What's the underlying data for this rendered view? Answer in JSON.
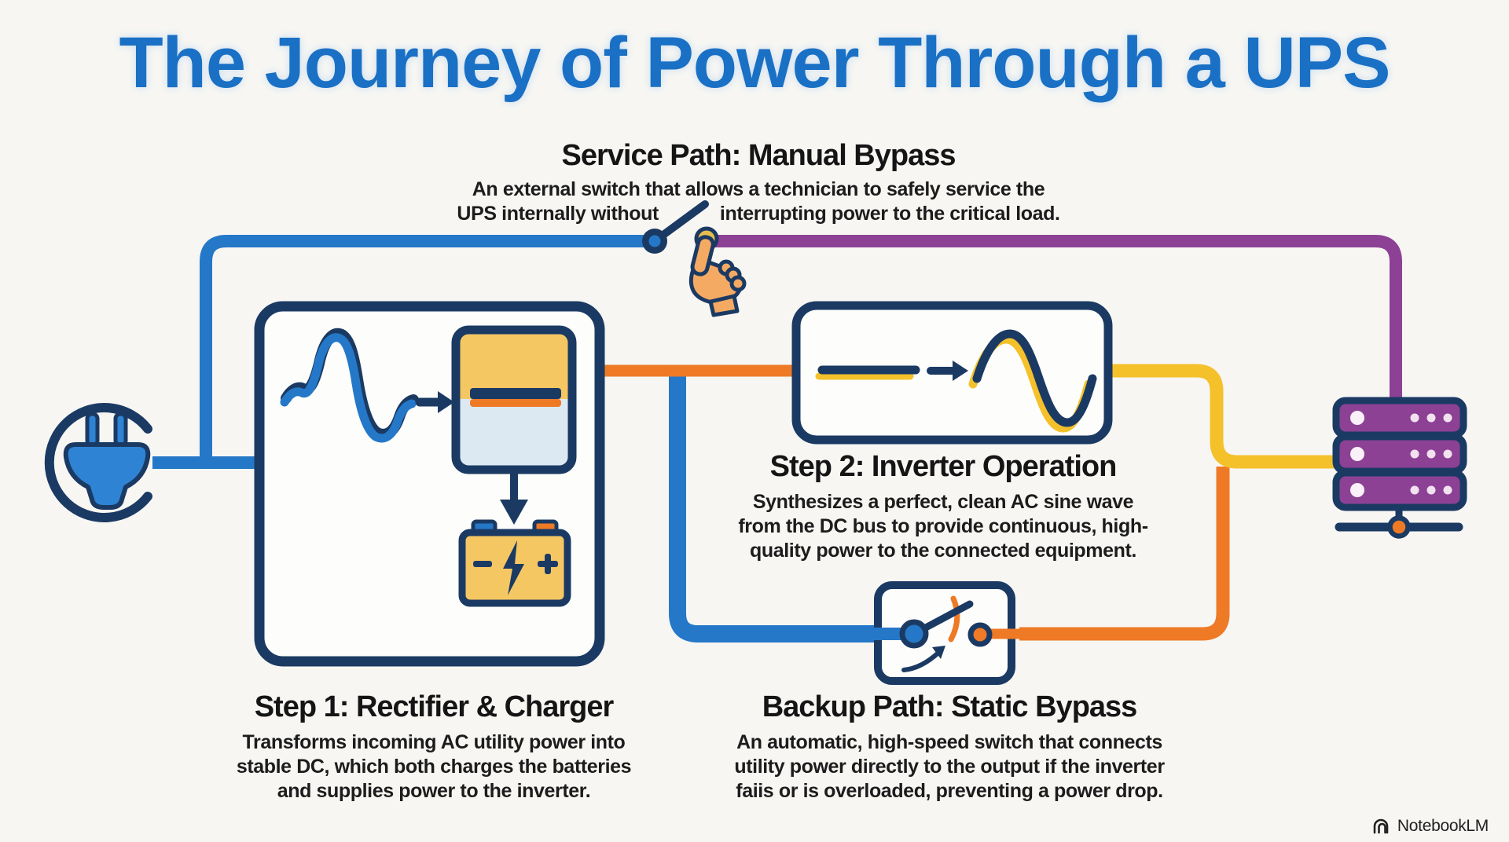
{
  "title": {
    "text": "The Journey of Power Through a UPS"
  },
  "service_path": {
    "heading": "Service Path: Manual Bypass",
    "line1": "An external switch that allows a technician to safely service the",
    "line2_left": "UPS internally without",
    "line2_right": "interrupting power to the critical load."
  },
  "step1": {
    "heading": "Step 1: Rectifier & Charger",
    "lines": [
      "Transforms incoming AC utility power into",
      "stable DC, which both charges the batteries",
      "and supplies power to the inverter."
    ]
  },
  "step2": {
    "heading": "Step 2: Inverter Operation",
    "lines": [
      "Synthesizes a perfect, clean AC sine wave",
      "from the DC bus to provide continuous, high-",
      "quality power to the connected equipment."
    ]
  },
  "backup_path": {
    "heading": "Backup Path: Static Bypass",
    "lines": [
      "An automatic, high-speed switch that connects",
      "utility power directly to the output if the inverter",
      "faiis or is overloaded, preventing a power drop."
    ]
  },
  "watermark": {
    "brand": "NotebookLM"
  },
  "icons": [
    "power-plug-icon",
    "ac-sine-wave-icon",
    "rectifier-charger-icon",
    "battery-icon",
    "dc-line-icon",
    "inverter-sine-wave-icon",
    "manual-bypass-switch-icon",
    "hand-pointer-icon",
    "static-bypass-switch-icon",
    "server-rack-icon",
    "notebooklm-logo-icon"
  ],
  "colors": {
    "background": "#f7f6f3",
    "title_blue": "#1a70c4",
    "navy_outline": "#1b3a63",
    "wire_blue": "#2578c8",
    "wire_orange": "#ee7a26",
    "wire_yellow": "#f4c12b",
    "wire_purple": "#8d4195",
    "battery_yellow": "#f5c763",
    "rectifier_light_blue": "#dce9f3",
    "hand_tan": "#f5aa63",
    "text_black": "#1c1c1c"
  }
}
